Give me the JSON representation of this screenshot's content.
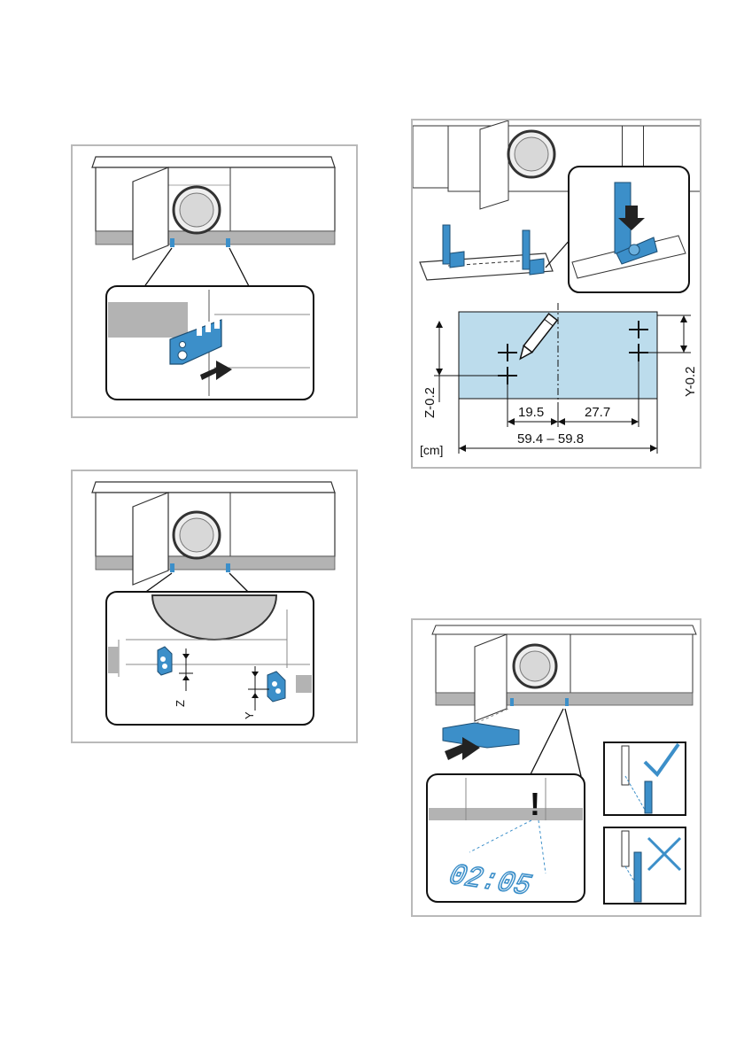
{
  "colors": {
    "accent_blue": "#3c8fc9",
    "light_blue": "#bcdcec",
    "frame_gray": "#b9b9b9",
    "base_gray": "#b3b3b3"
  },
  "figure1": {
    "icons": [
      "washer-icon",
      "bracket-icon",
      "arrow-right-icon"
    ]
  },
  "figure2": {
    "label_z": "Z",
    "label_y": "Y"
  },
  "figure3": {
    "label_z": "Z-0.2",
    "label_y": "Y-0.2",
    "dim_left": "19.5",
    "dim_right": "27.7",
    "dim_total": "59.4 – 59.8",
    "units": "[cm]",
    "icons": [
      "pencil-icon",
      "crosshair-icon",
      "arrow-down-icon"
    ]
  },
  "figure4": {
    "display": "02:05",
    "warning": "!",
    "icons": [
      "check-icon",
      "cross-icon",
      "arrow-right-icon"
    ]
  }
}
